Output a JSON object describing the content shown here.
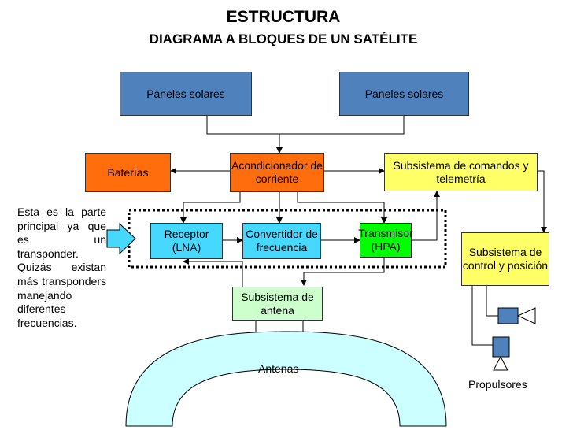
{
  "title": "ESTRUCTURA",
  "subtitle": "DIAGRAMA A BLOQUES DE UN SATÉLITE",
  "blocks": {
    "panel_left": "Paneles solares",
    "panel_right": "Paneles solares",
    "baterias": "Baterías",
    "acondicionador": "Acondicionador de corriente",
    "comandos": "Subsistema de comandos y telemetría",
    "receptor": "Receptor (LNA)",
    "convertidor": "Convertidor de frecuencia",
    "transmisor": "Transmisor (HPA)",
    "control": "Subsistema de control y posición",
    "antena_sub": "Subsistema de antena",
    "antenas": "Antenas",
    "propulsores": "Propulsores"
  },
  "note": "Esta es la parte principal ya que es un transponder. Quizás existan más transponders manejando diferentes frecuencias.",
  "colors": {
    "panel": "#4f81bd",
    "baterias": "#ff6d0d",
    "acondicionador": "#ff6d0d",
    "comandos": "#ffff66",
    "receptor": "#47d8ff",
    "convertidor": "#47d8ff",
    "transmisor": "#00ff00",
    "control": "#ffff66",
    "antena_sub": "#ccffcc",
    "antenas": "#ccffff",
    "arrow": "#47d8ff"
  }
}
